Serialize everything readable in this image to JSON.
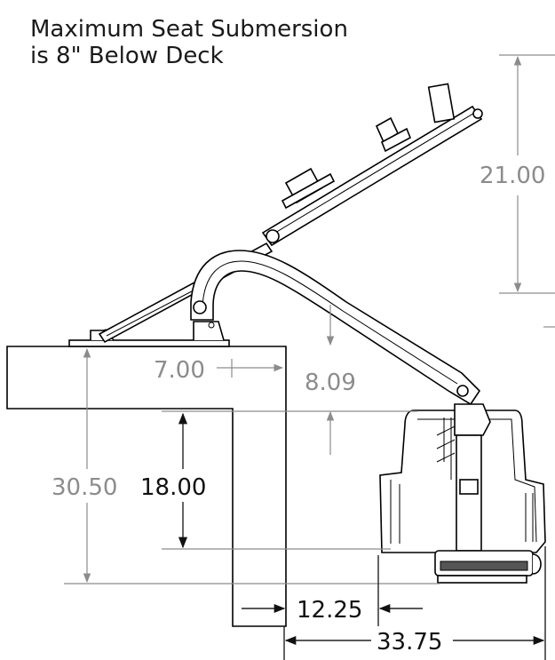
{
  "note": {
    "line1": "Maximum Seat Submersion",
    "line2": "is 8\" Below Deck"
  },
  "dimensions": {
    "arm_rise": "21.00",
    "deck_offset": "7.00",
    "pivot_drop": "8.09",
    "deck_height": "30.50",
    "seat_depth": "18.00",
    "wall_gap": "12.25",
    "overall_reach": "33.75"
  },
  "colors": {
    "dimension_gray": "#8c8c8c",
    "linework": "#000000",
    "text": "#1a1a1a"
  }
}
